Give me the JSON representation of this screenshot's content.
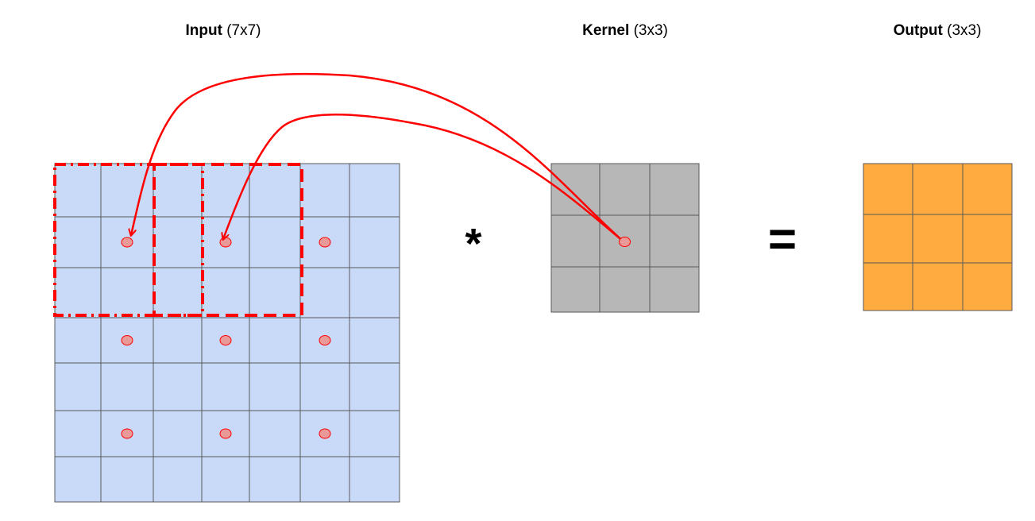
{
  "titles": {
    "input": {
      "bold": "Input",
      "rest": "(7x7)"
    },
    "kernel": {
      "bold": "Kernel",
      "rest": "(3x3)"
    },
    "output": {
      "bold": "Output",
      "rest": "(3x3)"
    }
  },
  "operators": {
    "multiply": "*",
    "equals": "="
  },
  "grids": {
    "input": {
      "rows": 7,
      "cols": 7,
      "color": "#c9daf8"
    },
    "kernel": {
      "rows": 3,
      "cols": 3,
      "color": "#b7b7b7"
    },
    "output": {
      "rows": 3,
      "cols": 3,
      "color": "#ffab40"
    }
  },
  "highlight_color": "#ff0000",
  "dot_fill": "#ea9999",
  "grid_line_color": "#595959",
  "input_dot_cells": [
    [
      1,
      1
    ],
    [
      1,
      3
    ],
    [
      1,
      5
    ],
    [
      3,
      1
    ],
    [
      3,
      3
    ],
    [
      3,
      5
    ],
    [
      5,
      1
    ],
    [
      5,
      3
    ],
    [
      5,
      5
    ]
  ],
  "kernel_dot_cell": [
    1,
    1
  ]
}
